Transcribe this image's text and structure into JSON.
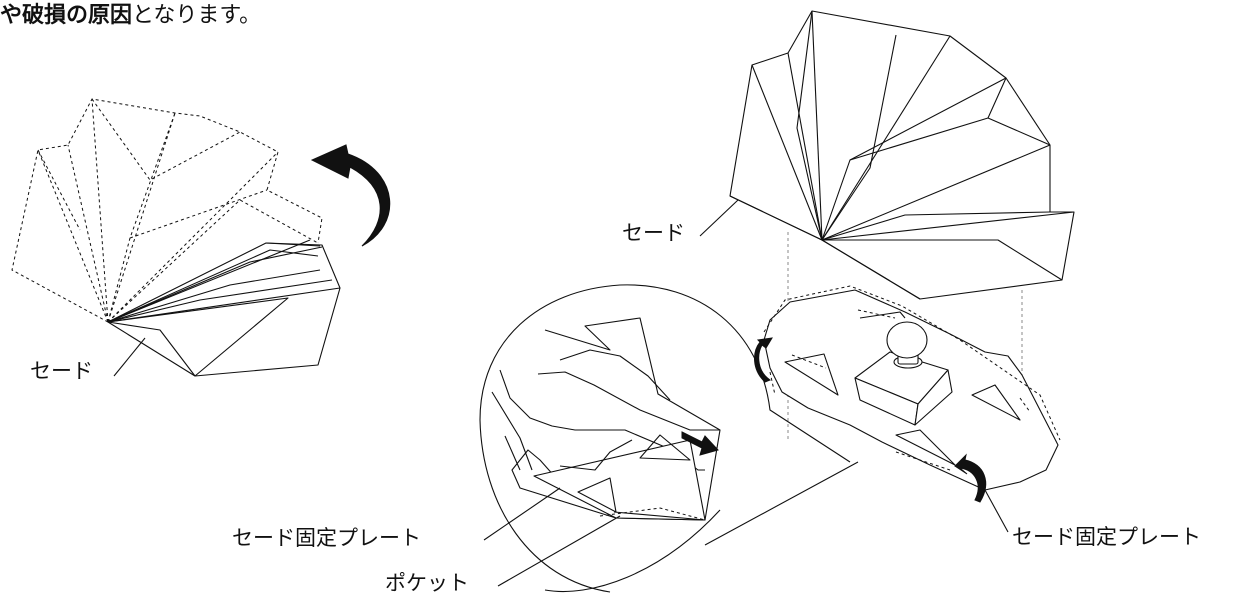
{
  "header": {
    "bold_text": "や破損の原因",
    "normal_text": "となります。"
  },
  "labels": {
    "shade_left": "セード",
    "shade_right": "セード",
    "plate_inset": "セード固定プレート",
    "pocket_inset": "ポケット",
    "plate_right": "セード固定プレート"
  },
  "colors": {
    "line": "#111111",
    "guide": "#888888",
    "background": "#ffffff"
  }
}
